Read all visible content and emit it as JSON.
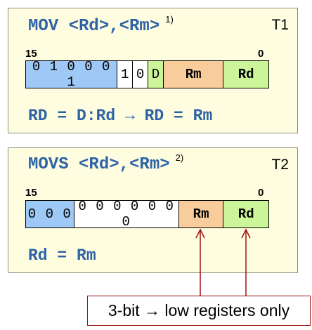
{
  "t1": {
    "syntax": "MOV <Rd>,<Rm>",
    "footnote": "1)",
    "tag": "T1",
    "bit_high": "15",
    "bit_low": "0",
    "opcode_bits": "0 1 0 0 0 1",
    "bit9": "1",
    "bit8": "0",
    "d_field": "D",
    "rm_field": "Rm",
    "rd_field": "Rd",
    "formula": "RD = D:Rd → RD = Rm"
  },
  "t2": {
    "syntax": "MOVS <Rd>,<Rm>",
    "footnote": "2)",
    "tag": "T2",
    "bit_high": "15",
    "bit_low": "0",
    "opcode_bits": "0 0 0",
    "zero_bits": "0 0 0 0 0 0 0",
    "rm_field": "Rm",
    "rd_field": "Rd",
    "formula": "Rd = Rm"
  },
  "note": "3-bit → low registers only",
  "colors": {
    "opcode": "#9ec8f5",
    "rm": "#f9cc9c",
    "rd": "#ccf59a",
    "panel": "#fffde0",
    "syntax_text": "#2e64a6",
    "arrow": "#a01010"
  }
}
